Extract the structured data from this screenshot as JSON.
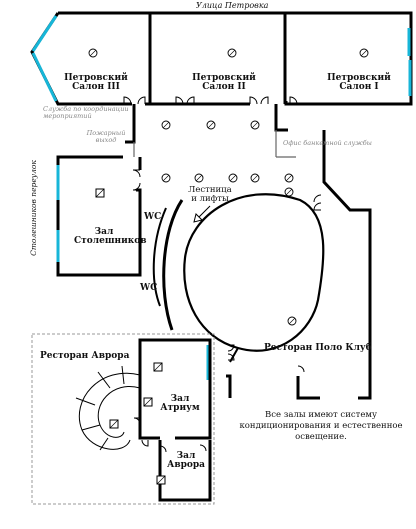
{
  "street": "Улица Петровка",
  "rooms": {
    "salon3": {
      "line1": "Петровский",
      "line2": "Салон III"
    },
    "salon2": {
      "line1": "Петровский",
      "line2": "Салон II"
    },
    "salon1": {
      "line1": "Петровский",
      "line2": "Салон I"
    },
    "stoleshnikov": {
      "line1": "Зал",
      "line2": "Столешников"
    },
    "polo": "Ресторан Поло Клуб",
    "avrora_restaurant": "Ресторан Аврора",
    "atrium": {
      "line1": "Зал",
      "line2": "Атриум"
    },
    "avrora_hall": {
      "line1": "Зал",
      "line2": "Аврора"
    }
  },
  "labels": {
    "coordination": {
      "line1": "Служба по координации",
      "line2": "мероприятий"
    },
    "fire_exit": {
      "line1": "Пожарный",
      "line2": "выход"
    },
    "banquet_office": "Офис банкетной службы",
    "stairs": {
      "line1": "Лестница",
      "line2": "и лифты"
    },
    "lane": "Столешников переулок",
    "wc_upper": "WC",
    "wc_lower": "WC"
  },
  "note": {
    "line1": "Все залы имеют систему",
    "line2": "кондиционирования и естественное",
    "line3": "освещение."
  },
  "colors": {
    "wall": "#000000",
    "window": "#17b6d8",
    "minor": "#666666",
    "guide": "#9a9a9a"
  }
}
